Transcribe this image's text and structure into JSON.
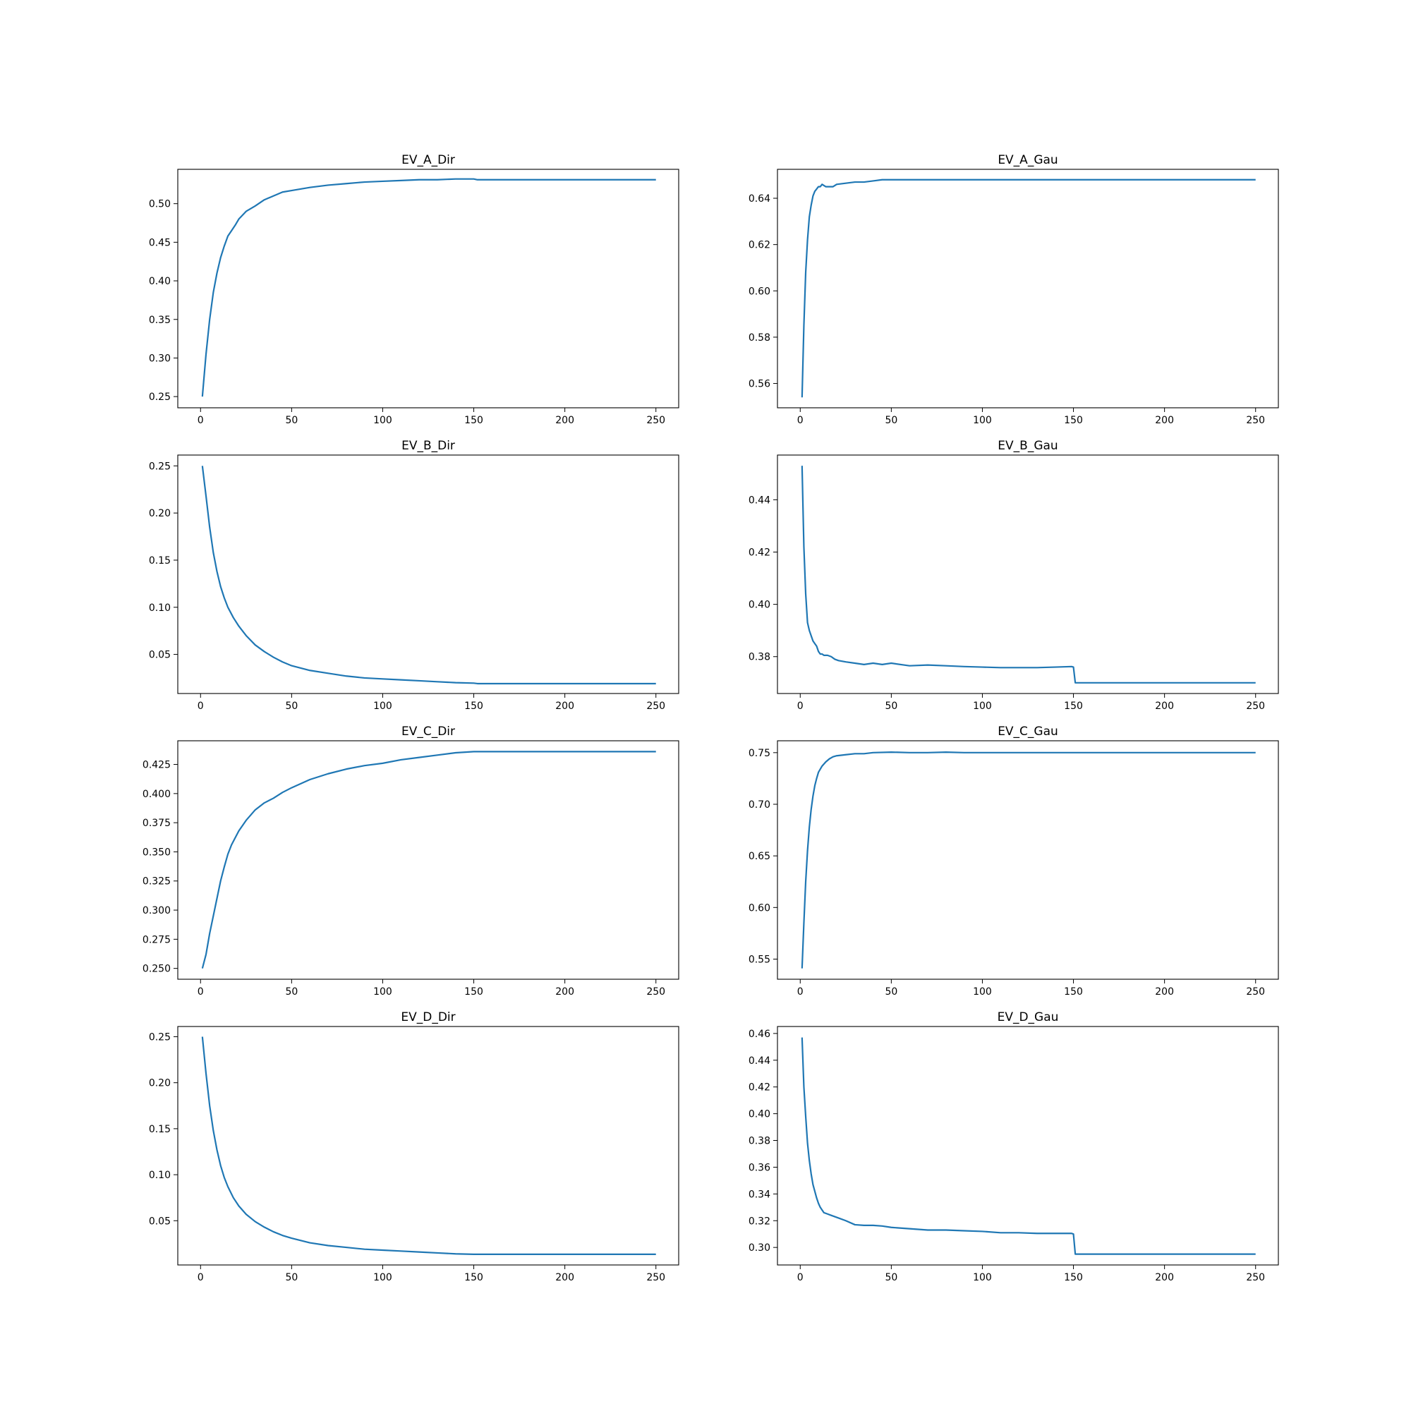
{
  "chart_data": [
    {
      "type": "line",
      "title": "EV_A_Dir",
      "xlim": [
        -12.5,
        262.5
      ],
      "ylim": [
        0.2355,
        0.5445
      ],
      "xticks": [
        0,
        50,
        100,
        150,
        200,
        250
      ],
      "yticks": [
        0.25,
        0.3,
        0.35,
        0.4,
        0.45,
        0.5
      ],
      "line_color": "#1f77b4",
      "series": [
        {
          "x": [
            1,
            3,
            5,
            7,
            9,
            11,
            13,
            15,
            17,
            19,
            21,
            25,
            30,
            35,
            40,
            45,
            50,
            60,
            70,
            80,
            90,
            100,
            110,
            120,
            130,
            140,
            150,
            152,
            175,
            200,
            225,
            250
          ],
          "y": [
            0.25,
            0.305,
            0.35,
            0.385,
            0.41,
            0.43,
            0.445,
            0.458,
            0.465,
            0.472,
            0.48,
            0.49,
            0.497,
            0.505,
            0.51,
            0.515,
            0.517,
            0.521,
            0.524,
            0.526,
            0.528,
            0.529,
            0.53,
            0.531,
            0.531,
            0.532,
            0.532,
            0.531,
            0.531,
            0.531,
            0.531,
            0.531
          ]
        }
      ]
    },
    {
      "type": "line",
      "title": "EV_A_Gau",
      "xlim": [
        -12.5,
        262.5
      ],
      "ylim": [
        0.5495,
        0.6525
      ],
      "xticks": [
        0,
        50,
        100,
        150,
        200,
        250
      ],
      "yticks": [
        0.56,
        0.58,
        0.6,
        0.62,
        0.64
      ],
      "line_color": "#1f77b4",
      "series": [
        {
          "x": [
            1,
            2,
            3,
            4,
            5,
            6,
            7,
            8,
            9,
            10,
            11,
            12,
            14,
            16,
            18,
            20,
            25,
            30,
            35,
            40,
            45,
            50,
            60,
            70,
            80,
            90,
            100,
            110,
            120,
            130,
            140,
            150,
            152,
            175,
            200,
            225,
            250
          ],
          "y": [
            0.554,
            0.585,
            0.608,
            0.622,
            0.632,
            0.637,
            0.641,
            0.643,
            0.644,
            0.645,
            0.645,
            0.646,
            0.645,
            0.645,
            0.645,
            0.646,
            0.6465,
            0.647,
            0.647,
            0.6475,
            0.648,
            0.648,
            0.648,
            0.648,
            0.648,
            0.648,
            0.648,
            0.648,
            0.648,
            0.648,
            0.648,
            0.648,
            0.648,
            0.648,
            0.648,
            0.648,
            0.648
          ]
        }
      ]
    },
    {
      "type": "line",
      "title": "EV_B_Dir",
      "xlim": [
        -12.5,
        262.5
      ],
      "ylim": [
        0.0085,
        0.2615
      ],
      "xticks": [
        0,
        50,
        100,
        150,
        200,
        250
      ],
      "yticks": [
        0.05,
        0.1,
        0.15,
        0.2,
        0.25
      ],
      "line_color": "#1f77b4",
      "series": [
        {
          "x": [
            1,
            3,
            5,
            7,
            9,
            11,
            13,
            15,
            18,
            21,
            25,
            30,
            35,
            40,
            45,
            50,
            60,
            70,
            80,
            90,
            100,
            110,
            120,
            130,
            140,
            150,
            152,
            175,
            200,
            225,
            250
          ],
          "y": [
            0.25,
            0.218,
            0.185,
            0.158,
            0.138,
            0.122,
            0.11,
            0.1,
            0.089,
            0.08,
            0.07,
            0.06,
            0.053,
            0.047,
            0.042,
            0.038,
            0.033,
            0.03,
            0.027,
            0.025,
            0.024,
            0.023,
            0.022,
            0.021,
            0.02,
            0.0195,
            0.019,
            0.019,
            0.019,
            0.019,
            0.019
          ]
        }
      ]
    },
    {
      "type": "line",
      "title": "EV_B_Gau",
      "xlim": [
        -12.5,
        262.5
      ],
      "ylim": [
        0.3659,
        0.4571
      ],
      "xticks": [
        0,
        50,
        100,
        150,
        200,
        250
      ],
      "yticks": [
        0.38,
        0.4,
        0.42,
        0.44
      ],
      "line_color": "#1f77b4",
      "series": [
        {
          "x": [
            1,
            2,
            3,
            4,
            5,
            6,
            7,
            8,
            9,
            10,
            11,
            12,
            13,
            15,
            17,
            19,
            21,
            25,
            30,
            35,
            40,
            45,
            50,
            60,
            70,
            80,
            90,
            100,
            110,
            120,
            130,
            140,
            149,
            150,
            151,
            152,
            175,
            200,
            225,
            250
          ],
          "y": [
            0.453,
            0.422,
            0.404,
            0.393,
            0.39,
            0.388,
            0.386,
            0.385,
            0.384,
            0.382,
            0.381,
            0.381,
            0.3805,
            0.3805,
            0.38,
            0.379,
            0.3785,
            0.378,
            0.3775,
            0.377,
            0.3775,
            0.377,
            0.3775,
            0.3765,
            0.3768,
            0.3765,
            0.3762,
            0.376,
            0.3758,
            0.3758,
            0.3758,
            0.376,
            0.3762,
            0.376,
            0.37,
            0.37,
            0.37,
            0.37,
            0.37,
            0.37
          ]
        }
      ]
    },
    {
      "type": "line",
      "title": "EV_C_Dir",
      "xlim": [
        -12.5,
        262.5
      ],
      "ylim": [
        0.2407,
        0.4453
      ],
      "xticks": [
        0,
        50,
        100,
        150,
        200,
        250
      ],
      "yticks": [
        0.25,
        0.275,
        0.3,
        0.325,
        0.35,
        0.375,
        0.4,
        0.425
      ],
      "line_color": "#1f77b4",
      "series": [
        {
          "x": [
            1,
            3,
            5,
            7,
            9,
            11,
            13,
            15,
            17,
            19,
            21,
            25,
            30,
            35,
            40,
            45,
            50,
            60,
            70,
            80,
            90,
            100,
            110,
            120,
            130,
            140,
            150,
            152,
            175,
            200,
            225,
            250
          ],
          "y": [
            0.25,
            0.262,
            0.28,
            0.295,
            0.31,
            0.325,
            0.337,
            0.348,
            0.356,
            0.362,
            0.368,
            0.377,
            0.386,
            0.392,
            0.396,
            0.401,
            0.405,
            0.412,
            0.417,
            0.421,
            0.424,
            0.426,
            0.429,
            0.431,
            0.433,
            0.435,
            0.436,
            0.436,
            0.436,
            0.436,
            0.436,
            0.436
          ]
        }
      ]
    },
    {
      "type": "line",
      "title": "EV_C_Gau",
      "xlim": [
        -12.5,
        262.5
      ],
      "ylim": [
        0.5305,
        0.7615
      ],
      "xticks": [
        0,
        50,
        100,
        150,
        200,
        250
      ],
      "yticks": [
        0.55,
        0.6,
        0.65,
        0.7,
        0.75
      ],
      "line_color": "#1f77b4",
      "series": [
        {
          "x": [
            1,
            2,
            3,
            4,
            5,
            6,
            7,
            8,
            9,
            10,
            12,
            14,
            16,
            18,
            20,
            25,
            30,
            35,
            40,
            50,
            60,
            70,
            80,
            90,
            100,
            110,
            120,
            130,
            140,
            150,
            175,
            200,
            225,
            250
          ],
          "y": [
            0.541,
            0.585,
            0.625,
            0.655,
            0.678,
            0.695,
            0.708,
            0.718,
            0.725,
            0.731,
            0.737,
            0.741,
            0.744,
            0.746,
            0.747,
            0.748,
            0.749,
            0.749,
            0.75,
            0.7505,
            0.75,
            0.75,
            0.7505,
            0.75,
            0.75,
            0.75,
            0.75,
            0.75,
            0.75,
            0.75,
            0.75,
            0.75,
            0.75,
            0.75
          ]
        }
      ]
    },
    {
      "type": "line",
      "title": "EV_D_Dir",
      "xlim": [
        -12.5,
        262.5
      ],
      "ylim": [
        0.0019,
        0.2611
      ],
      "xticks": [
        0,
        50,
        100,
        150,
        200,
        250
      ],
      "yticks": [
        0.05,
        0.1,
        0.15,
        0.2,
        0.25
      ],
      "line_color": "#1f77b4",
      "series": [
        {
          "x": [
            1,
            3,
            5,
            7,
            9,
            11,
            13,
            15,
            18,
            21,
            25,
            30,
            35,
            40,
            45,
            50,
            60,
            70,
            80,
            90,
            100,
            110,
            120,
            130,
            140,
            150,
            152,
            175,
            200,
            225,
            250
          ],
          "y": [
            0.25,
            0.21,
            0.175,
            0.148,
            0.127,
            0.11,
            0.097,
            0.087,
            0.075,
            0.066,
            0.057,
            0.049,
            0.043,
            0.038,
            0.034,
            0.031,
            0.026,
            0.023,
            0.021,
            0.019,
            0.018,
            0.017,
            0.016,
            0.015,
            0.014,
            0.0135,
            0.0135,
            0.0135,
            0.0135,
            0.0135,
            0.0135
          ]
        }
      ]
    },
    {
      "type": "line",
      "title": "EV_D_Gau",
      "xlim": [
        -12.5,
        262.5
      ],
      "ylim": [
        0.2869,
        0.4652
      ],
      "xticks": [
        0,
        50,
        100,
        150,
        200,
        250
      ],
      "yticks": [
        0.3,
        0.32,
        0.34,
        0.36,
        0.38,
        0.4,
        0.42,
        0.44,
        0.46
      ],
      "line_color": "#1f77b4",
      "series": [
        {
          "x": [
            1,
            2,
            3,
            4,
            5,
            6,
            7,
            8,
            9,
            10,
            11,
            12,
            13,
            15,
            17,
            19,
            21,
            25,
            30,
            35,
            40,
            45,
            50,
            60,
            70,
            80,
            90,
            100,
            110,
            120,
            130,
            140,
            149,
            150,
            151,
            152,
            175,
            200,
            225,
            250
          ],
          "y": [
            0.457,
            0.42,
            0.398,
            0.378,
            0.365,
            0.355,
            0.347,
            0.342,
            0.337,
            0.333,
            0.33,
            0.328,
            0.326,
            0.325,
            0.324,
            0.323,
            0.322,
            0.32,
            0.317,
            0.3165,
            0.3165,
            0.316,
            0.315,
            0.314,
            0.313,
            0.313,
            0.3125,
            0.312,
            0.311,
            0.311,
            0.3105,
            0.3105,
            0.3105,
            0.31,
            0.295,
            0.295,
            0.295,
            0.295,
            0.295,
            0.295
          ]
        }
      ]
    }
  ]
}
